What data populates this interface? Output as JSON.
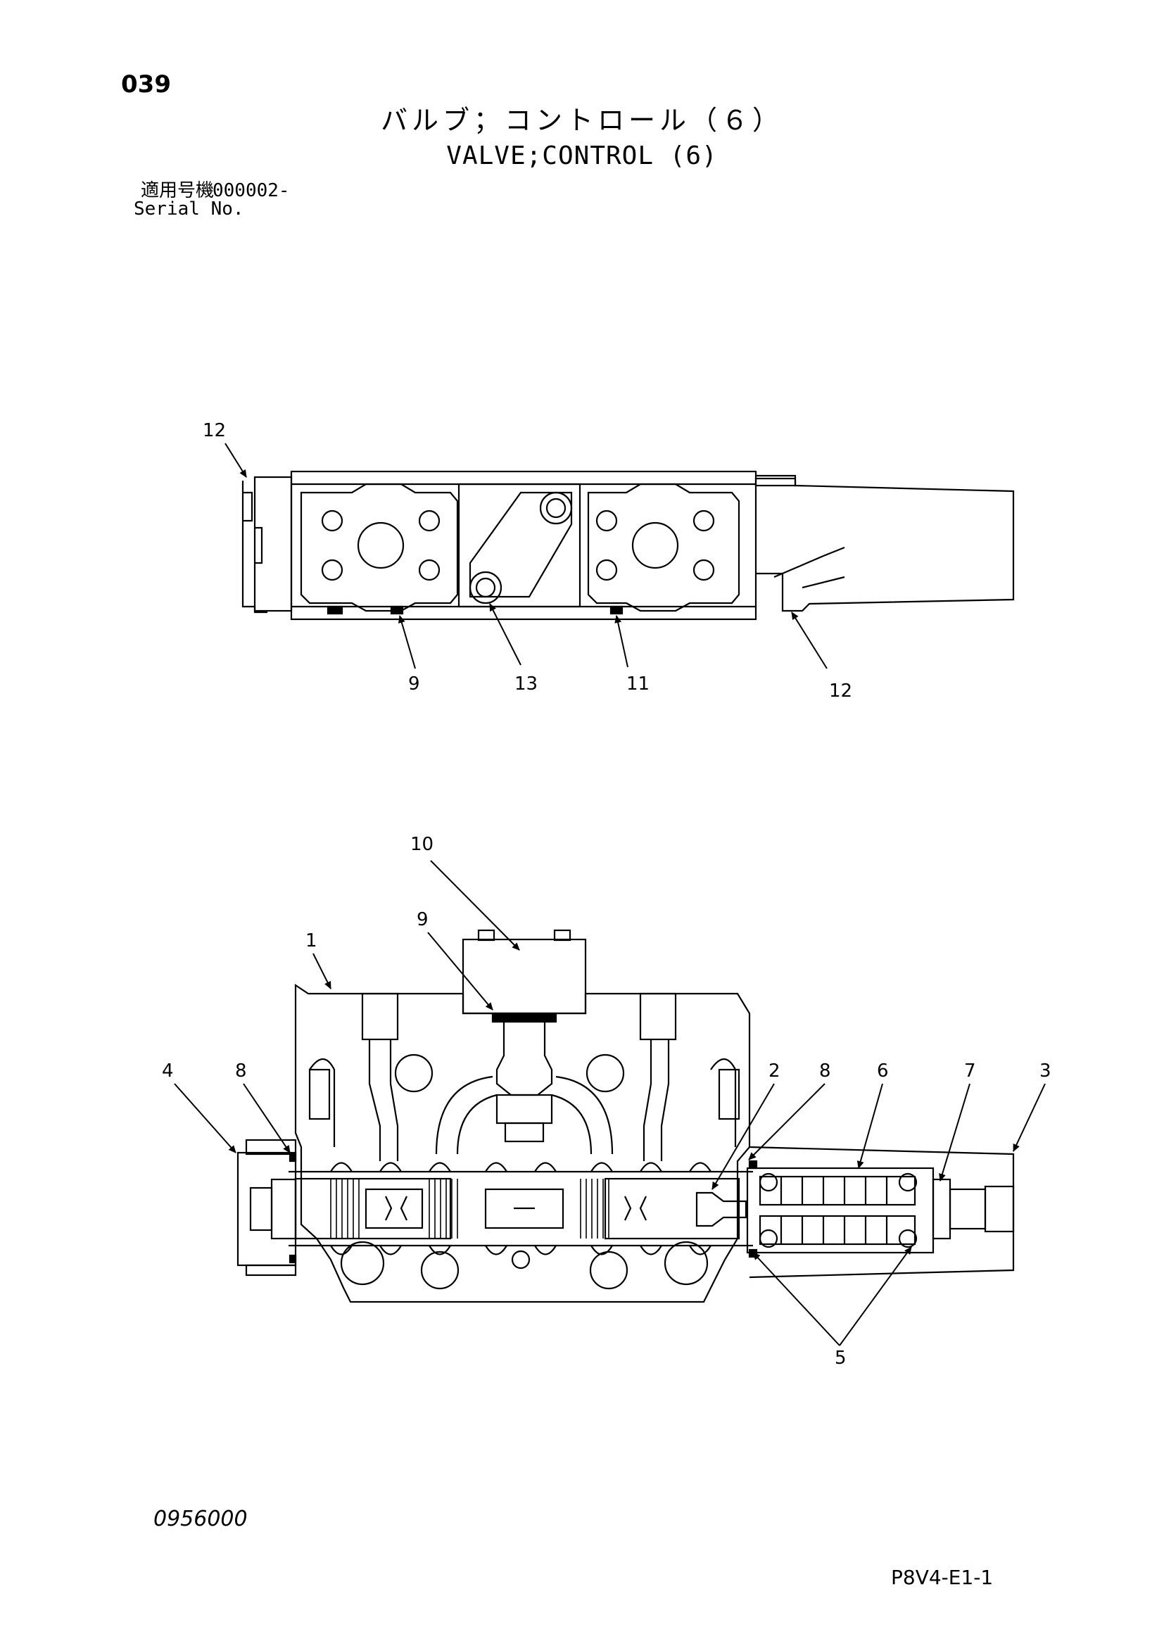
{
  "page_number": "039",
  "title_jp": "バルブ；コントロール（６）",
  "title_en": "VALVE;CONTROL (6)",
  "serial": {
    "label_jp": "適用号機",
    "value": "000002-",
    "label_en": "Serial No."
  },
  "top_view": {
    "callouts": [
      {
        "id": "top-12a",
        "label": "12"
      },
      {
        "id": "top-9",
        "label": "9"
      },
      {
        "id": "top-13",
        "label": "13"
      },
      {
        "id": "top-11",
        "label": "11"
      },
      {
        "id": "top-12b",
        "label": "12"
      }
    ]
  },
  "section_view": {
    "callouts": [
      {
        "id": "sec-10",
        "label": "10"
      },
      {
        "id": "sec-9",
        "label": "9"
      },
      {
        "id": "sec-1",
        "label": "1"
      },
      {
        "id": "sec-4",
        "label": "4"
      },
      {
        "id": "sec-8a",
        "label": "8"
      },
      {
        "id": "sec-2",
        "label": "2"
      },
      {
        "id": "sec-8b",
        "label": "8"
      },
      {
        "id": "sec-6",
        "label": "6"
      },
      {
        "id": "sec-7",
        "label": "7"
      },
      {
        "id": "sec-3",
        "label": "3"
      },
      {
        "id": "sec-5",
        "label": "5"
      }
    ]
  },
  "drawing_number": "0956000",
  "page_code": "P8V4-E1-1"
}
